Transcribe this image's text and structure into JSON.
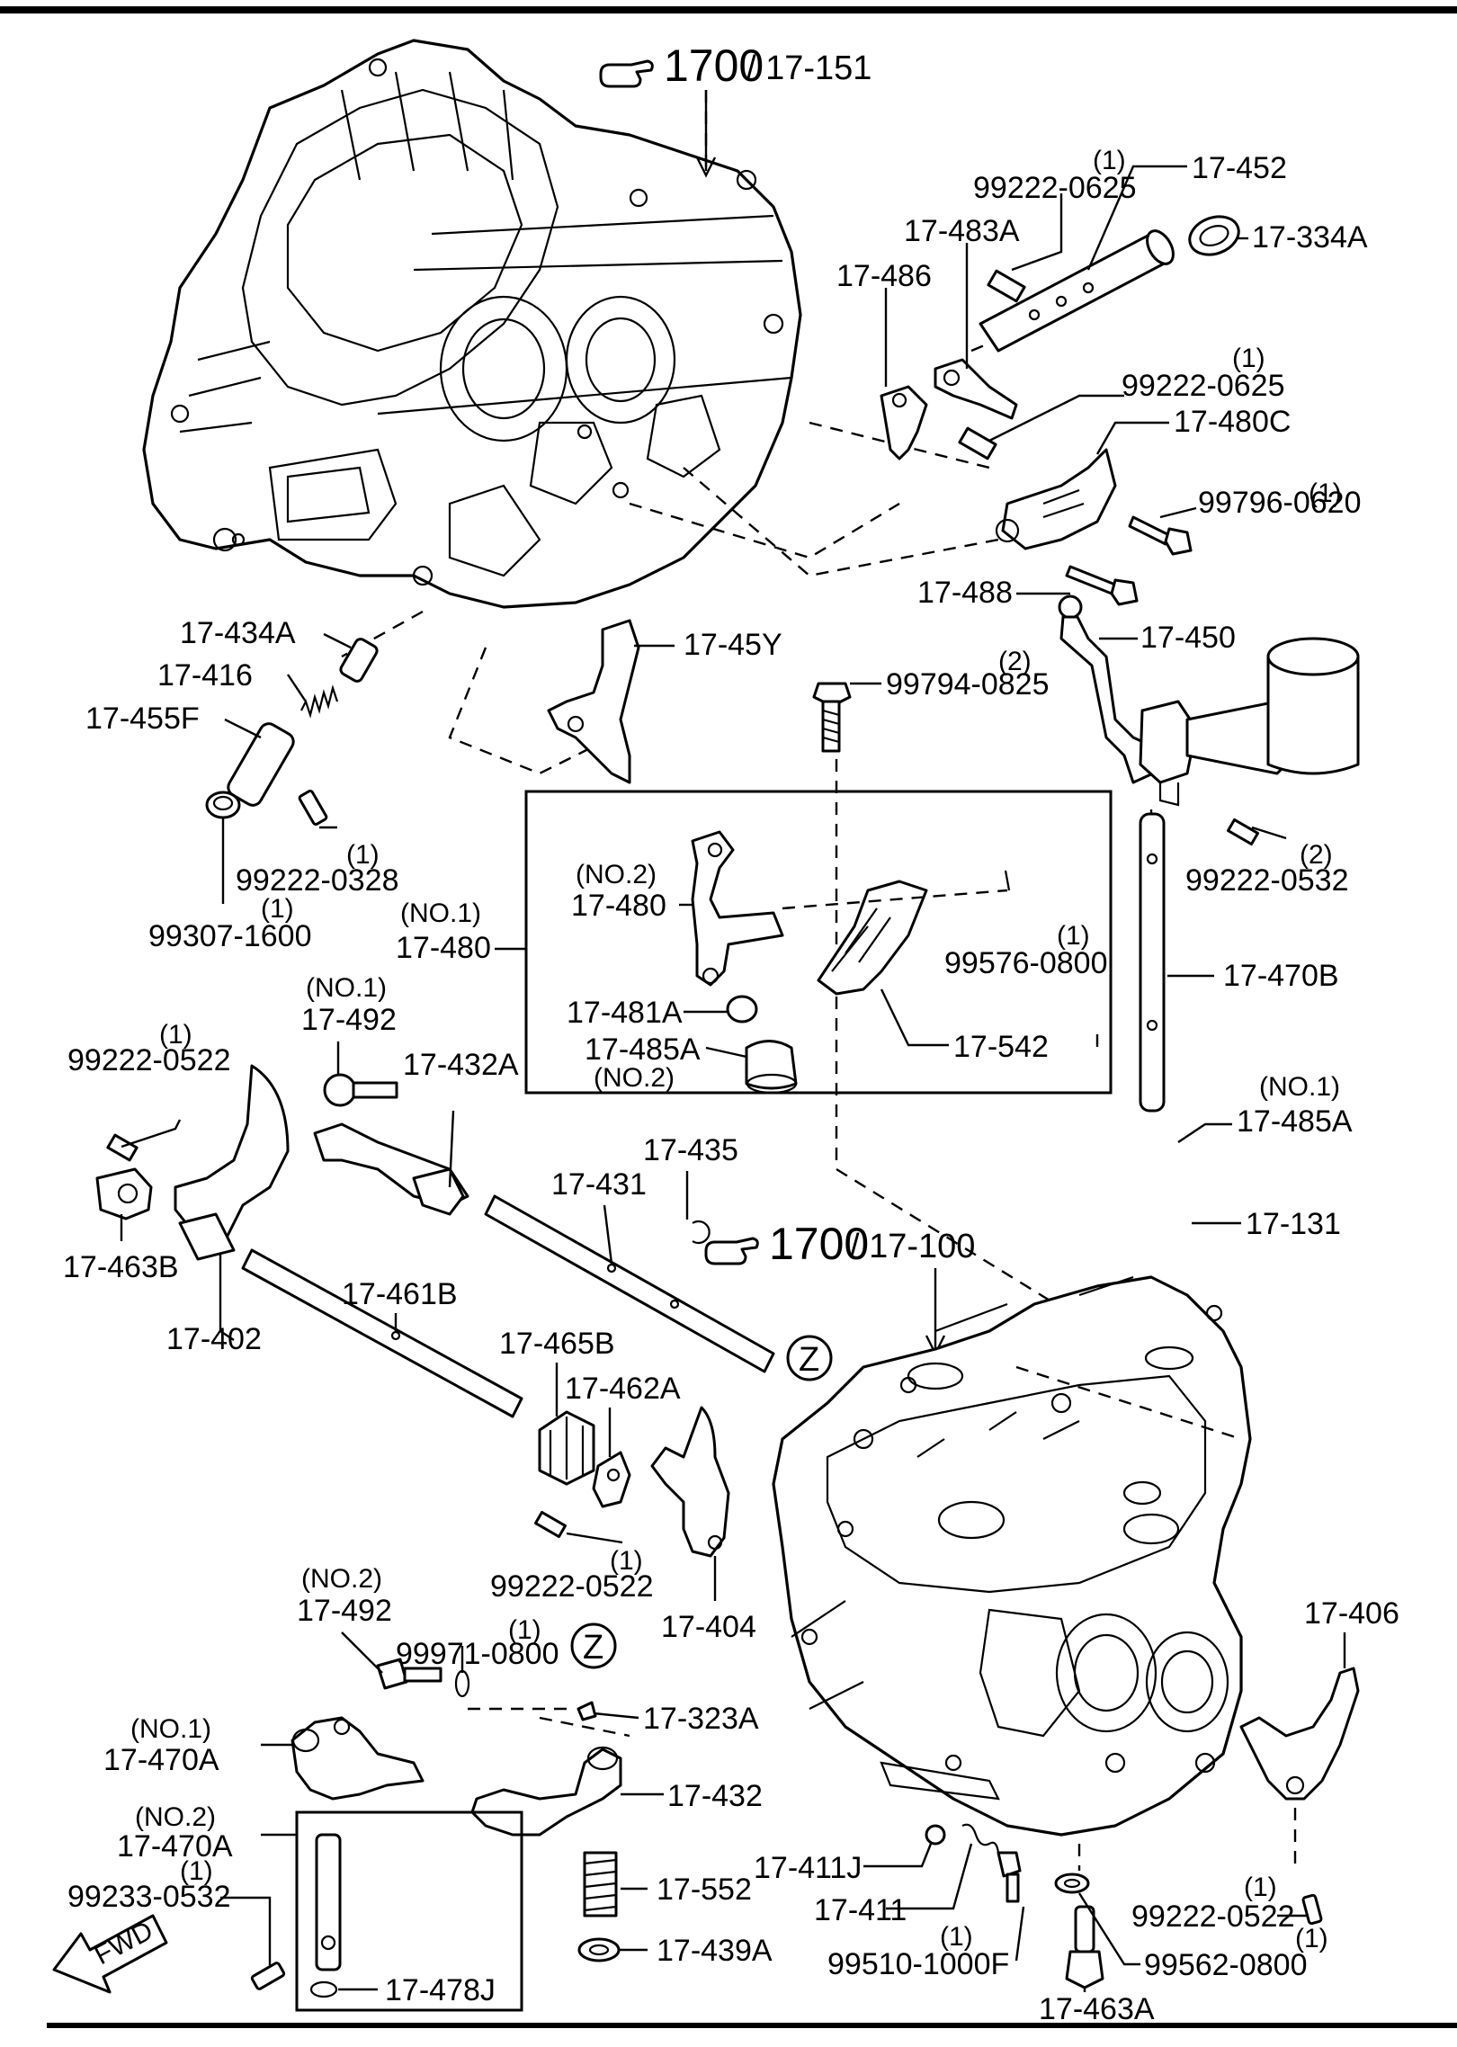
{
  "parts": {
    "p1700a": "1700",
    "p17151": "/ 17-151",
    "p1700b": "1700",
    "p17100": "/ 17-100",
    "p17452": "17-452",
    "p17334A": "17-334A",
    "q1": "(1)",
    "p99222_0625a": "99222-0625",
    "p17483A": "17-483A",
    "p17486": "17-486",
    "q2": "(1)",
    "p99222_0625b": "99222-0625",
    "p17480C": "17-480C",
    "q3": "(1)",
    "p99796_0620": "99796-0620",
    "p17488": "17-488",
    "p17450": "17-450",
    "p17434A": "17-434A",
    "p17416": "17-416",
    "p17455F": "17-455F",
    "p1745Y": "17-45Y",
    "q4": "(2)",
    "p99794_0825": "99794-0825",
    "q5": "(1)",
    "p99222_0328": "99222-0328",
    "q6": "(1)",
    "p99307_1600": "99307-1600",
    "q7": "(2)",
    "p99222_0532a": "99222-0532",
    "no2a": "(NO.2)",
    "p17480a": "17-480",
    "no1a": "(NO.1)",
    "p17480b": "17-480",
    "q8": "(1)",
    "p99576_0800": "99576-0800",
    "p17470B": "17-470B",
    "p17481A": "17-481A",
    "p17485Aa": "17-485A",
    "no2b": "(NO.2)",
    "p17542": "17-542",
    "no1b": "(NO.1)",
    "p17492a": "17-492",
    "q9": "(1)",
    "p99222_0522a": "99222-0522",
    "p17432A": "17-432A",
    "no1c": "(NO.1)",
    "p17485Ab": "17-485A",
    "p17435": "17-435",
    "p17431": "17-431",
    "p17131": "17-131",
    "p17463B": "17-463B",
    "p17402": "17-402",
    "p17461B": "17-461B",
    "zA": "Z",
    "p17465B": "17-465B",
    "p17462A": "17-462A",
    "q10": "(1)",
    "p99222_0522b": "99222-0522",
    "p17404": "17-404",
    "no2c": "(NO.2)",
    "p17492b": "17-492",
    "q11": "(1)",
    "p99971_0800": "99971-0800",
    "zB": "Z",
    "p17323A": "17-323A",
    "no1d": "(NO.1)",
    "p17470Aa": "17-470A",
    "p17432": "17-432",
    "no2d": "(NO.2)",
    "p17470Ab": "17-470A",
    "q12": "(1)",
    "p99233_0532": "99233-0532",
    "p17552": "17-552",
    "p17439A": "17-439A",
    "p17478J": "17-478J",
    "p17406": "17-406",
    "p17411J": "17-411J",
    "p17411": "17-411",
    "q13": "(1)",
    "p99510_1000F": "99510-1000F",
    "q14": "(1)",
    "p99222_0522c": "99222-0522",
    "q15": "(1)",
    "p99562_0800": "99562-0800",
    "p17463A": "17-463A",
    "fwd": "FWD"
  },
  "icons": [
    "pointing-hand-icon",
    "fwd-arrow-icon"
  ]
}
